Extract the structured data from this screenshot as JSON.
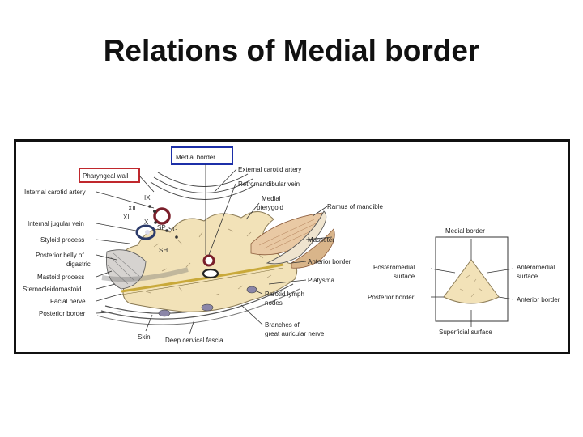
{
  "slide": {
    "title": "Relations of Medial border"
  },
  "diagram_left": {
    "labels": {
      "medial_border": "Medial border",
      "pharyngeal_wall": "Pharyngeal wall",
      "internal_carotid_artery": "Internal carotid artery",
      "internal_jugular_vein": "Internal jugular vein",
      "styloid_process": "Styloid process",
      "posterior_belly_1": "Posterior belly of",
      "posterior_belly_2": "digastric",
      "mastoid_process": "Mastoid process",
      "sternocleidomastoid": "Sternocleidomastoid",
      "facial_nerve": "Facial nerve",
      "posterior_border": "Posterior border",
      "skin": "Skin",
      "deep_cervical_fascia": "Deep cervical fascia",
      "external_carotid_artery": "External carotid artery",
      "retromandibular_vein": "Retromandibular vein",
      "medial_pterygoid_1": "Medial",
      "medial_pterygoid_2": "pterygoid",
      "ramus_of_mandible": "Ramus of mandible",
      "masseter": "Masseter",
      "anterior_border": "Anterior border",
      "platysma": "Platysma",
      "parotid_lymph_1": "Parotid lymph",
      "parotid_lymph_2": "nodes",
      "branches_1": "Branches of",
      "branches_2": "great auricular nerve"
    },
    "nerve_labels": {
      "ix": "IX",
      "xii": "XII",
      "xi": "XI",
      "x": "X",
      "sp": "SP",
      "sg": "SG",
      "sh": "SH"
    },
    "highlight_colors": {
      "medial_border_box": "#1c2fa8",
      "pharyngeal_wall_box": "#c0282d"
    }
  },
  "diagram_right": {
    "labels": {
      "medial_border": "Medial border",
      "posteromedial_1": "Posteromedial",
      "posteromedial_2": "surface",
      "anteromedial_1": "Anteromedial",
      "anteromedial_2": "surface",
      "posterior_border": "Posterior border",
      "anterior_border": "Anterior border",
      "superficial_surface": "Superficial surface"
    }
  },
  "colors": {
    "gland_fill": "#f2e2b8",
    "gland_stroke": "#8a7a55",
    "vessel_ring": "#7a1f2a"
  }
}
